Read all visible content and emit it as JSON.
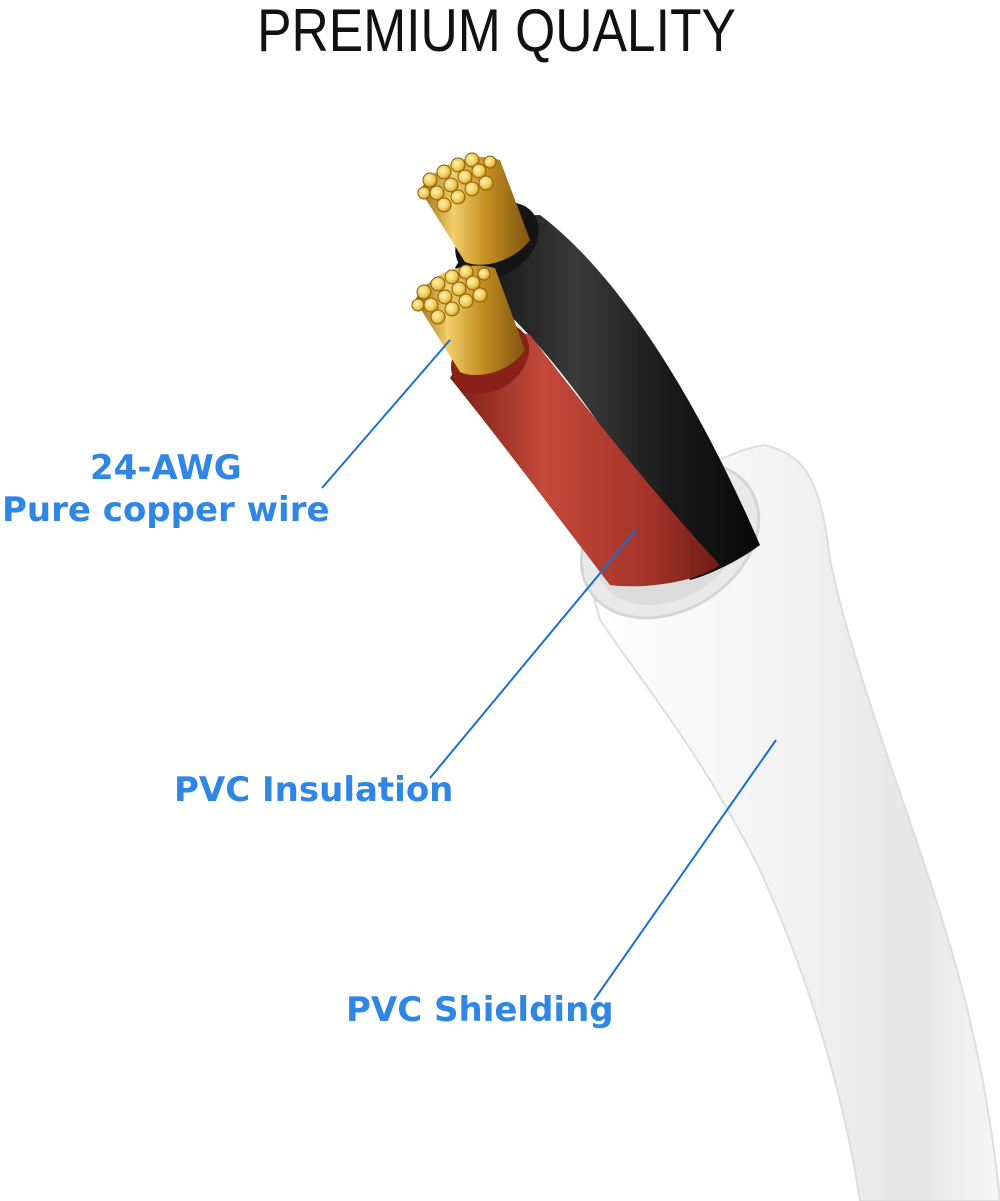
{
  "title": "PREMIUM QUALITY",
  "labels": {
    "copper_line1": "24-AWG",
    "copper_line2": "Pure copper wire",
    "insulation": "PVC Insulation",
    "shielding": "PVC Shielding"
  },
  "colors": {
    "label_blue": "#2f86e4",
    "leader_blue": "#1a6fd1",
    "jacket_white": "#f2f2f2",
    "red_insulation": "#b5382c",
    "black_insulation": "#1b1b1b",
    "copper": "#d4a62a"
  },
  "icons": {
    "cable": "two-conductor-cable-illustration"
  }
}
